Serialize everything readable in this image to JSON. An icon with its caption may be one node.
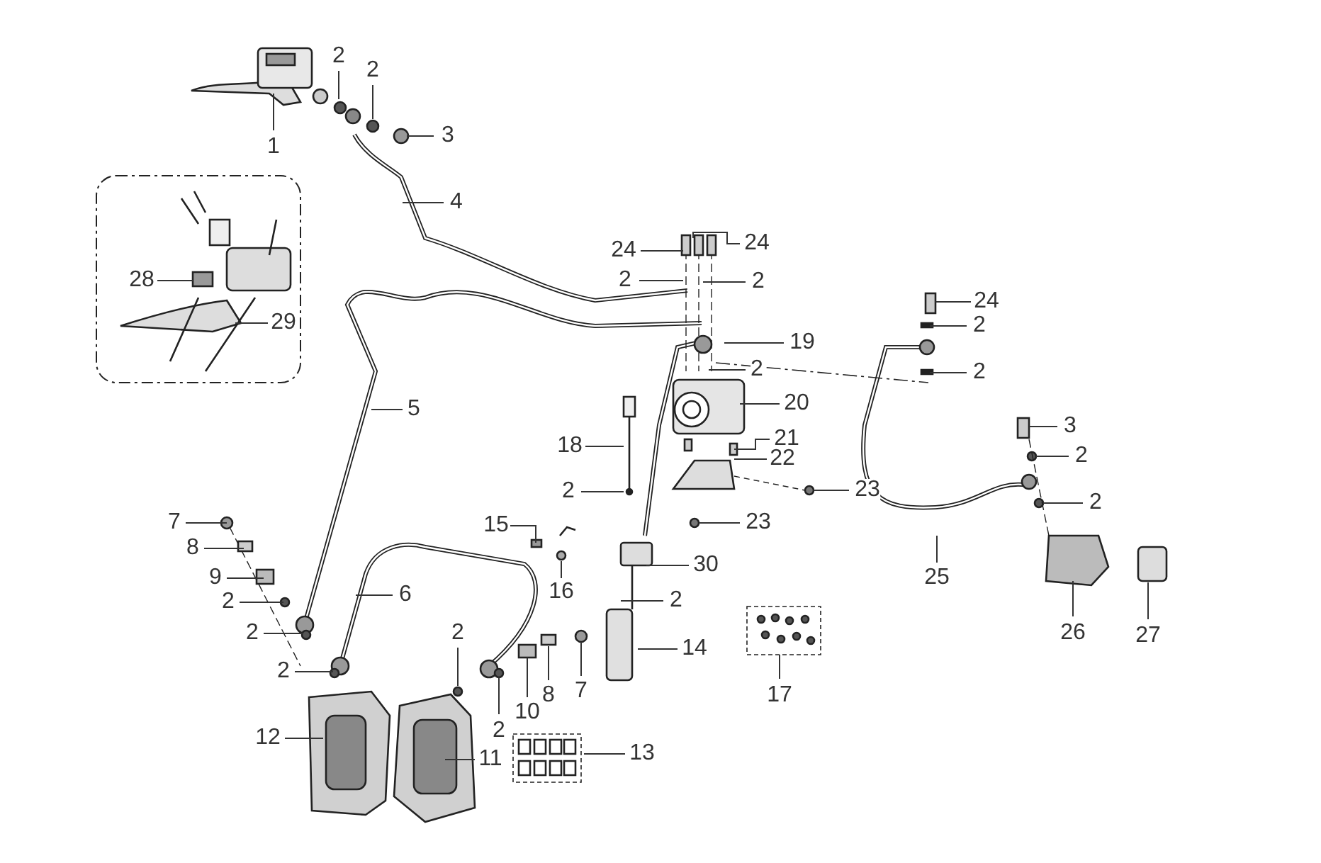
{
  "diagram": {
    "nodes": [
      {
        "text": [
          "1"
        ]
      },
      {
        "text": [
          "2"
        ]
      },
      {
        "text": [
          "2"
        ]
      },
      {
        "text": [
          "3"
        ]
      },
      {
        "text": [
          "4"
        ]
      },
      {
        "text": [
          "28"
        ]
      },
      {
        "text": [
          "29"
        ]
      },
      {
        "text": [
          "24"
        ]
      },
      {
        "text": [
          "24"
        ]
      },
      {
        "text": [
          "2"
        ]
      },
      {
        "text": [
          "2"
        ]
      },
      {
        "text": [
          "19"
        ]
      },
      {
        "text": [
          "2"
        ]
      },
      {
        "text": [
          "24"
        ]
      },
      {
        "text": [
          "2"
        ]
      },
      {
        "text": [
          "2"
        ]
      },
      {
        "text": [
          "5"
        ]
      },
      {
        "text": [
          "20"
        ]
      },
      {
        "text": [
          "3"
        ]
      },
      {
        "text": [
          "18"
        ]
      },
      {
        "text": [
          "21"
        ]
      },
      {
        "text": [
          "2"
        ]
      },
      {
        "text": [
          "22"
        ]
      },
      {
        "text": [
          "2"
        ]
      },
      {
        "text": [
          "23"
        ]
      },
      {
        "text": [
          "2"
        ]
      },
      {
        "text": [
          "23"
        ]
      },
      {
        "text": [
          "7"
        ]
      },
      {
        "text": [
          "15"
        ]
      },
      {
        "text": [
          "8"
        ]
      },
      {
        "text": [
          "30"
        ]
      },
      {
        "text": [
          "9"
        ]
      },
      {
        "text": [
          "25"
        ]
      },
      {
        "text": [
          "16"
        ]
      },
      {
        "text": [
          "6"
        ]
      },
      {
        "text": [
          "2"
        ]
      },
      {
        "text": [
          "2"
        ]
      },
      {
        "text": [
          "2"
        ]
      },
      {
        "text": [
          "2"
        ]
      },
      {
        "text": [
          "14"
        ]
      },
      {
        "text": [
          "7"
        ]
      },
      {
        "text": [
          "26"
        ]
      },
      {
        "text": [
          "27"
        ]
      },
      {
        "text": [
          "2"
        ]
      },
      {
        "text": [
          "8"
        ]
      },
      {
        "text": [
          "17"
        ]
      },
      {
        "text": [
          "10"
        ]
      },
      {
        "text": [
          "2"
        ]
      },
      {
        "text": [
          "12"
        ]
      },
      {
        "text": [
          "11"
        ]
      },
      {
        "text": [
          "13"
        ]
      }
    ],
    "edges": [
      {
        "from": 0,
        "to": null,
        "arrow": "none"
      },
      {
        "from": 1,
        "to": null,
        "arrow": "none"
      },
      {
        "from": 2,
        "to": null,
        "arrow": "none"
      },
      {
        "from": 3,
        "to": null,
        "arrow": "none"
      },
      {
        "from": 4,
        "to": null,
        "arrow": "none"
      },
      {
        "from": 5,
        "to": null,
        "arrow": "none"
      },
      {
        "from": 6,
        "to": null,
        "arrow": "none"
      },
      {
        "from": 7,
        "to": null,
        "arrow": "none"
      },
      {
        "from": 8,
        "to": null,
        "arrow": "none"
      },
      {
        "from": 9,
        "to": null,
        "arrow": "none"
      },
      {
        "from": 10,
        "to": null,
        "arrow": "none"
      },
      {
        "from": 11,
        "to": null,
        "arrow": "none"
      },
      {
        "from": 12,
        "to": null,
        "arrow": "none"
      },
      {
        "from": 13,
        "to": null,
        "arrow": "none"
      },
      {
        "from": 14,
        "to": null,
        "arrow": "none"
      },
      {
        "from": 15,
        "to": null,
        "arrow": "none"
      },
      {
        "from": 16,
        "to": null,
        "arrow": "none"
      },
      {
        "from": 17,
        "to": null,
        "arrow": "none"
      },
      {
        "from": 18,
        "to": null,
        "arrow": "none"
      },
      {
        "from": 19,
        "to": null,
        "arrow": "none"
      },
      {
        "from": 20,
        "to": null,
        "arrow": "none"
      },
      {
        "from": 21,
        "to": null,
        "arrow": "none"
      },
      {
        "from": 22,
        "to": null,
        "arrow": "none"
      },
      {
        "from": 23,
        "to": null,
        "arrow": "none"
      },
      {
        "from": 24,
        "to": null,
        "arrow": "none"
      },
      {
        "from": 25,
        "to": null,
        "arrow": "none"
      },
      {
        "from": 26,
        "to": null,
        "arrow": "none"
      },
      {
        "from": 27,
        "to": null,
        "arrow": "none"
      },
      {
        "from": 28,
        "to": null,
        "arrow": "none"
      },
      {
        "from": 29,
        "to": null,
        "arrow": "none"
      },
      {
        "from": 30,
        "to": null,
        "arrow": "none"
      },
      {
        "from": 31,
        "to": null,
        "arrow": "none"
      },
      {
        "from": 32,
        "to": null,
        "arrow": "none"
      },
      {
        "from": 33,
        "to": null,
        "arrow": "none"
      },
      {
        "from": 34,
        "to": null,
        "arrow": "none"
      },
      {
        "from": 35,
        "to": null,
        "arrow": "none"
      },
      {
        "from": 36,
        "to": null,
        "arrow": "none"
      },
      {
        "from": 37,
        "to": null,
        "arrow": "none"
      },
      {
        "from": 38,
        "to": null,
        "arrow": "none"
      },
      {
        "from": 39,
        "to": null,
        "arrow": "none"
      },
      {
        "from": 40,
        "to": null,
        "arrow": "none"
      },
      {
        "from": 41,
        "to": null,
        "arrow": "none"
      },
      {
        "from": 42,
        "to": null,
        "arrow": "none"
      },
      {
        "from": 43,
        "to": null,
        "arrow": "none"
      },
      {
        "from": 44,
        "to": null,
        "arrow": "none"
      },
      {
        "from": 45,
        "to": null,
        "arrow": "none"
      },
      {
        "from": 46,
        "to": null,
        "arrow": "none"
      },
      {
        "from": 47,
        "to": null,
        "arrow": "none"
      },
      {
        "from": 48,
        "to": null,
        "arrow": "none"
      },
      {
        "from": 49,
        "to": null,
        "arrow": "none"
      },
      {
        "from": 50,
        "to": null,
        "arrow": "none"
      }
    ]
  }
}
